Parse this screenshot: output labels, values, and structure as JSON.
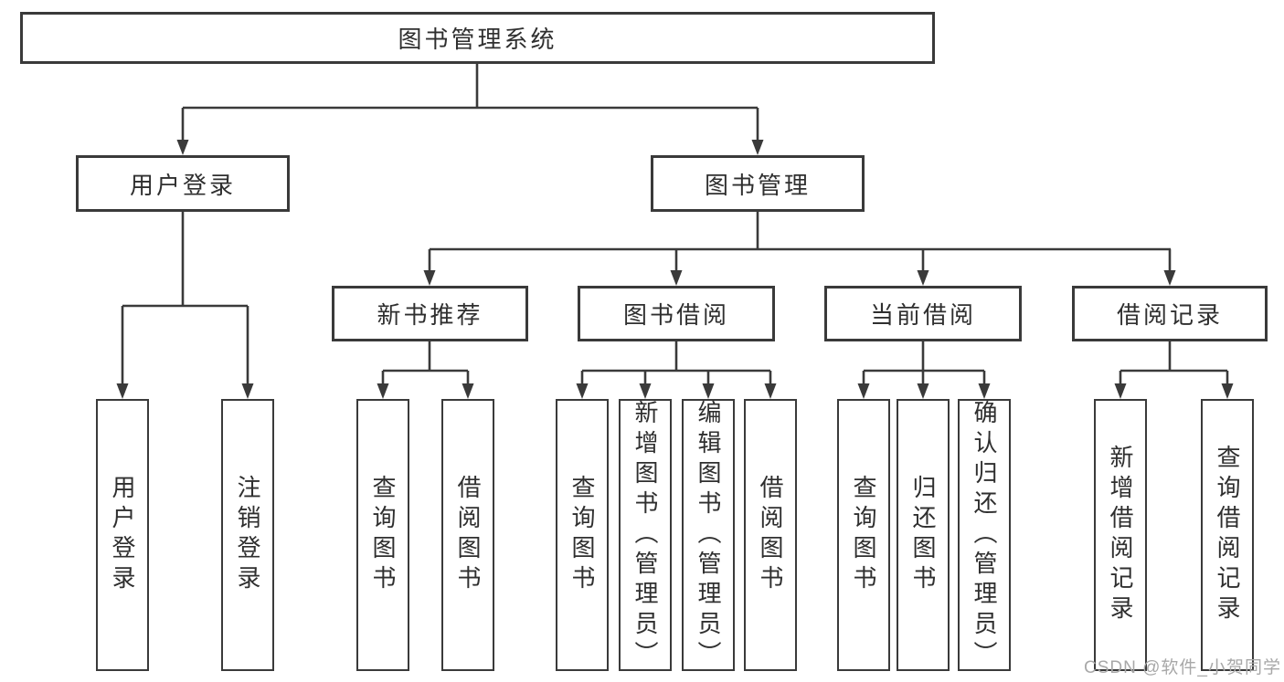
{
  "diagram": {
    "root": {
      "label": "图书管理系统"
    },
    "level2": [
      {
        "label": "用户登录"
      },
      {
        "label": "图书管理"
      }
    ],
    "level3": [
      {
        "label": "新书推荐"
      },
      {
        "label": "图书借阅"
      },
      {
        "label": "当前借阅"
      },
      {
        "label": "借阅记录"
      }
    ],
    "leaves": {
      "user_login": [
        {
          "label": "用户登录"
        },
        {
          "label": "注销登录"
        }
      ],
      "new_book_recommend": [
        {
          "label": "查询图书"
        },
        {
          "label": "借阅图书"
        }
      ],
      "book_borrow": [
        {
          "label": "查询图书"
        },
        {
          "label": "新增图书（管理员）"
        },
        {
          "label": "编辑图书（管理员）"
        },
        {
          "label": "借阅图书"
        }
      ],
      "current_borrow": [
        {
          "label": "查询图书"
        },
        {
          "label": "归还图书"
        },
        {
          "label": "确认归还（管理员）"
        }
      ],
      "borrow_record": [
        {
          "label": "新增借阅记录"
        },
        {
          "label": "查询借阅记录"
        }
      ]
    },
    "colors": {
      "line": "#3a3a3a",
      "border": "#3a3a3a",
      "fill": "#ffffff",
      "text": "#2f2f2f",
      "watermark": "#a8a8a8"
    }
  },
  "watermark": {
    "text": "CSDN @软件_小贺同学"
  }
}
